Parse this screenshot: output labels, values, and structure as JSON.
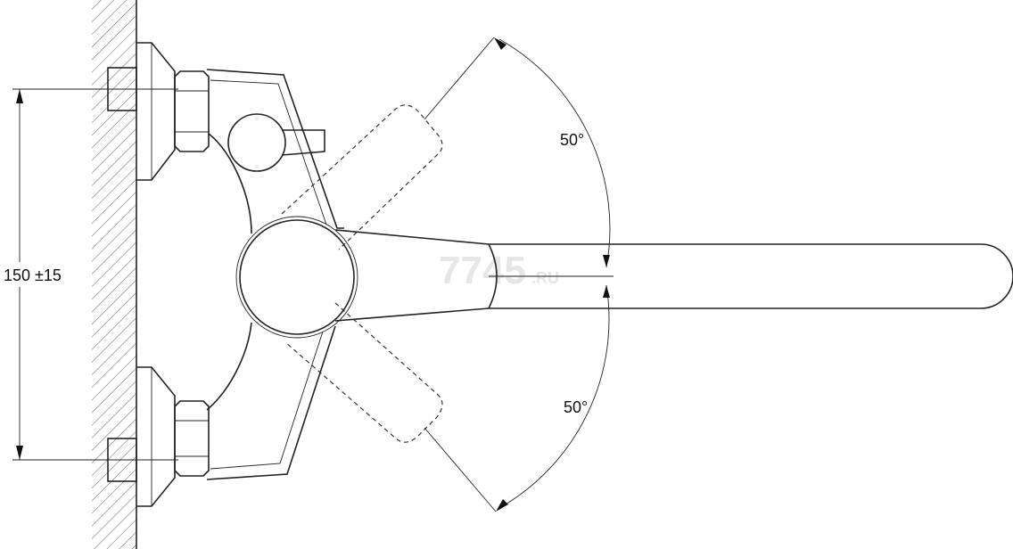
{
  "dimensions": {
    "height_label": "150 ±15",
    "angle_upper_label": "50°",
    "angle_lower_label": "50°"
  },
  "watermark": {
    "main": "7745",
    "suffix": ".RU"
  }
}
